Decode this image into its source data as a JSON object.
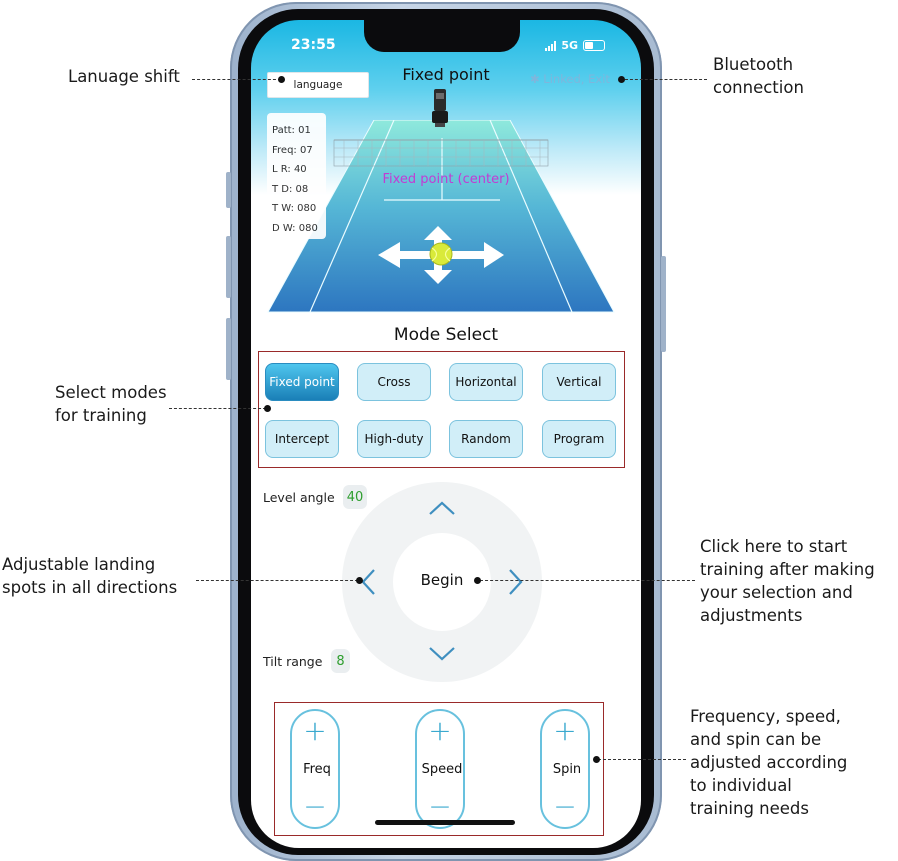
{
  "status": {
    "time": "23:55",
    "network": "5G"
  },
  "header": {
    "language_label": "language",
    "title": "Fixed point",
    "bluetooth_link": "Linked, Exit"
  },
  "court": {
    "target_label": "Fixed point (center)"
  },
  "params": [
    {
      "text": "Patt:  01"
    },
    {
      "text": "Freq:  07"
    },
    {
      "text": "L R:  40"
    },
    {
      "text": "T D:  08"
    },
    {
      "text": "T W:  080"
    },
    {
      "text": "D W:  080"
    }
  ],
  "modes": {
    "title": "Mode Select",
    "items": [
      {
        "label": "Fixed point",
        "active": true
      },
      {
        "label": "Cross"
      },
      {
        "label": "Horizontal"
      },
      {
        "label": "Vertical"
      },
      {
        "label": "Intercept"
      },
      {
        "label": "High-duty"
      },
      {
        "label": "Random"
      },
      {
        "label": "Program"
      }
    ]
  },
  "direction": {
    "level_angle_label": "Level angle",
    "level_angle_value": "40",
    "tilt_range_label": "Tilt range",
    "tilt_range_value": "8",
    "begin_label": "Begin"
  },
  "controls": [
    {
      "label": "Freq",
      "plus": "+",
      "minus": "−"
    },
    {
      "label": "Speed",
      "plus": "+",
      "minus": "−"
    },
    {
      "label": "Spin",
      "plus": "+",
      "minus": "−"
    }
  ],
  "callouts": {
    "language": "Lanuage shift",
    "bluetooth_line1": "Bluetooth",
    "bluetooth_line2": "connection",
    "modes_line1": "Select modes",
    "modes_line2": "for training",
    "landing_line1": "Adjustable landing",
    "landing_line2": "spots in all directions",
    "begin_line1": "Click here to start",
    "begin_line2": "training after making",
    "begin_line3": "your selection and",
    "begin_line4": "adjustments",
    "adjust_line1": "Frequency, speed,",
    "adjust_line2": "and spin can be",
    "adjust_line3": "adjusted according",
    "adjust_line4": "to individual",
    "adjust_line5": "training needs"
  },
  "colors": {
    "accent": "#1a9fd6",
    "court_top": "#7fe3d8",
    "court_bottom": "#2f7fc4",
    "annotation_box": "#9a2a2a",
    "target_text": "#c23bd4",
    "value_text": "#2e9e2e"
  }
}
